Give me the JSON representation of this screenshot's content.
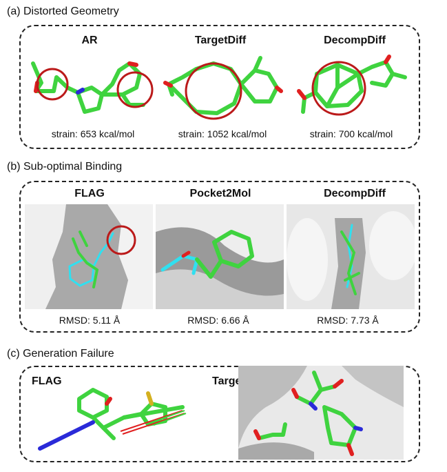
{
  "sections": [
    {
      "title": "(a) Distorted Geometry",
      "items": [
        {
          "name": "AR",
          "caption": "strain: 653 kcal/mol"
        },
        {
          "name": "TargetDiff",
          "caption": "strain: 1052 kcal/mol"
        },
        {
          "name": "DecompDiff",
          "caption": "strain: 700 kcal/mol"
        }
      ]
    },
    {
      "title": "(b) Sub-optimal Binding",
      "items": [
        {
          "name": "FLAG",
          "caption": "RMSD: 5.11 Å"
        },
        {
          "name": "Pocket2Mol",
          "caption": "RMSD: 6.66 Å"
        },
        {
          "name": "DecompDiff",
          "caption": "RMSD: 7.73 Å"
        }
      ]
    },
    {
      "title": "(c) Generation Failure",
      "items": [
        {
          "name": "FLAG"
        },
        {
          "name": "TargetDiff"
        }
      ]
    }
  ],
  "colors": {
    "carbon": "#3fd33f",
    "oxygen": "#e02020",
    "nitrogen": "#2a2ad8",
    "sulfur": "#d4b020",
    "reference": "#30e0f0",
    "highlight": "#bb1a1a",
    "surface": "#d6d6d6"
  }
}
